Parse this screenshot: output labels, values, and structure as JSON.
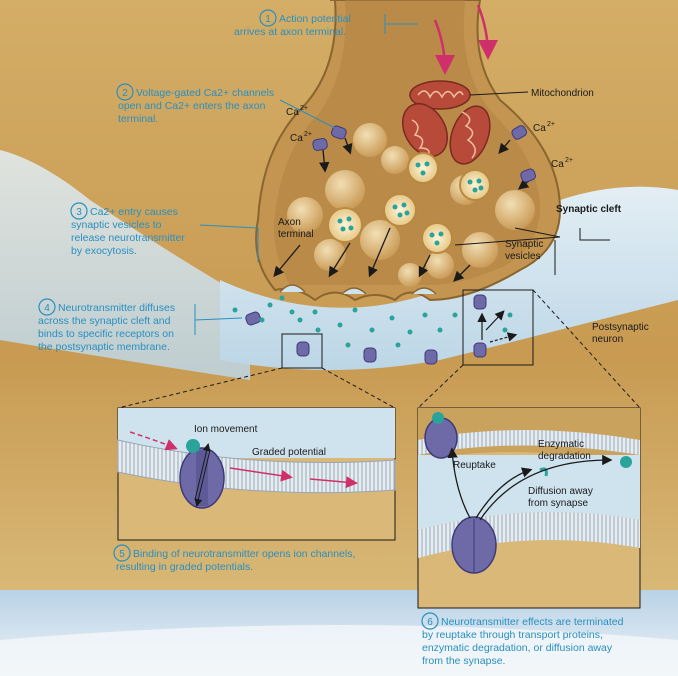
{
  "steps": [
    {
      "number": "1",
      "lines": [
        "Action potential",
        "arrives at axon terminal."
      ]
    },
    {
      "number": "2",
      "lines": [
        "Voltage-gated Ca2+ channels",
        "open and Ca2+ enters the axon",
        "terminal."
      ]
    },
    {
      "number": "3",
      "lines": [
        "Ca2+ entry causes",
        "synaptic vesicles to",
        "release neurotransmitter",
        "by exocytosis."
      ]
    },
    {
      "number": "4",
      "lines": [
        "Neurotransmitter diffuses",
        "across the synaptic cleft and",
        "binds to specific receptors on",
        "the postsynaptic membrane."
      ]
    },
    {
      "number": "5",
      "lines": [
        "Binding of neurotransmitter opens ion channels,",
        "resulting in graded potentials."
      ]
    },
    {
      "number": "6",
      "lines": [
        "Neurotransmitter effects are terminated",
        "by reuptake through transport proteins,",
        "enzymatic degradation, or diffusion away",
        "from the synapse."
      ]
    }
  ],
  "labels": {
    "mitochondrion": "Mitochondrion",
    "ca": "Ca",
    "ca_sup": "2+",
    "synaptic_cleft": "Synaptic cleft",
    "axon_terminal": [
      "Axon",
      "terminal"
    ],
    "synaptic_vesicles": [
      "Synaptic",
      "vesicles"
    ],
    "postsynaptic_neuron": [
      "Postsynaptic",
      "neuron"
    ],
    "ion_movement": "Ion movement",
    "graded_potential": "Graded potential",
    "reuptake": "Reuptake",
    "enzymatic_degradation": [
      "Enzymatic",
      "degradation"
    ],
    "diffusion_away": [
      "Diffusion away",
      "from synapse"
    ]
  },
  "colors": {
    "cytoplasm": "#c9a35e",
    "cleft": "#cfe3ef",
    "channel": "#6e6aa8",
    "neurotransmitter": "#2aa39b",
    "caption": "#2a8fc0",
    "arrow_pink": "#d0306a"
  }
}
